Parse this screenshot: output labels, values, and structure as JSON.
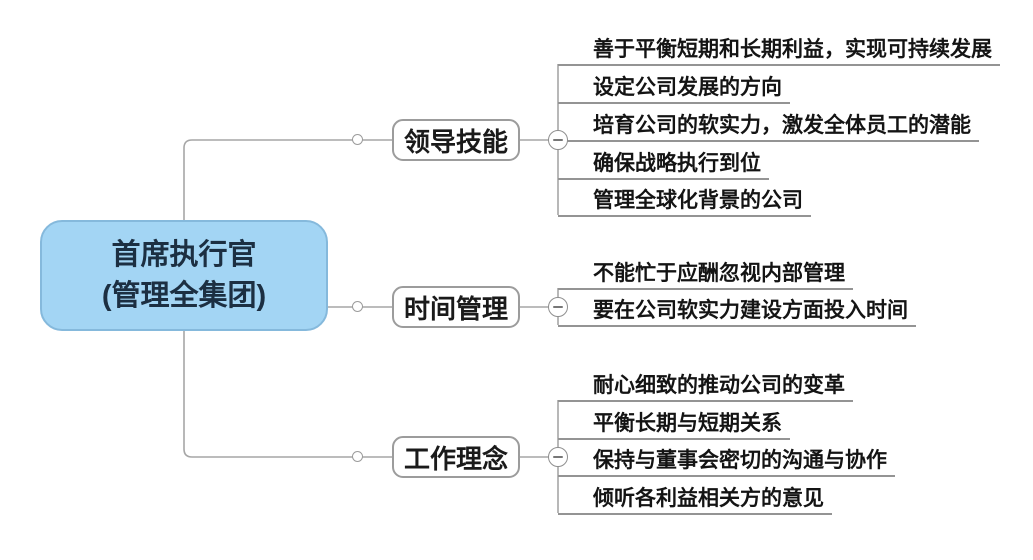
{
  "diagram": {
    "type": "mindmap",
    "root": {
      "line1": "首席执行官",
      "line2": "(管理全集团)"
    },
    "branches": [
      {
        "label": "领导技能",
        "leaves": [
          "善于平衡短期和长期利益，实现可持续发展",
          "设定公司发展的方向",
          "培育公司的软实力，激发全体员工的潜能",
          "确保战略执行到位",
          "管理全球化背景的公司"
        ]
      },
      {
        "label": "时间管理",
        "leaves": [
          "不能忙于应酬忽视内部管理",
          "要在公司软实力建设方面投入时间"
        ]
      },
      {
        "label": "工作理念",
        "leaves": [
          "耐心细致的推动公司的变革",
          "平衡长期与短期关系",
          "保持与董事会密切的沟通与协作",
          "倾听各利益相关方的意见"
        ]
      }
    ],
    "colors": {
      "root_fill": "#a3d5f4",
      "root_border": "#85b9dc",
      "root_text": "#1c2f42",
      "branch_border": "#9c9c9c",
      "line": "#a6a6a6",
      "leaf_underline": "#949494",
      "leaf_text": "#141414",
      "background": "#ffffff"
    }
  }
}
